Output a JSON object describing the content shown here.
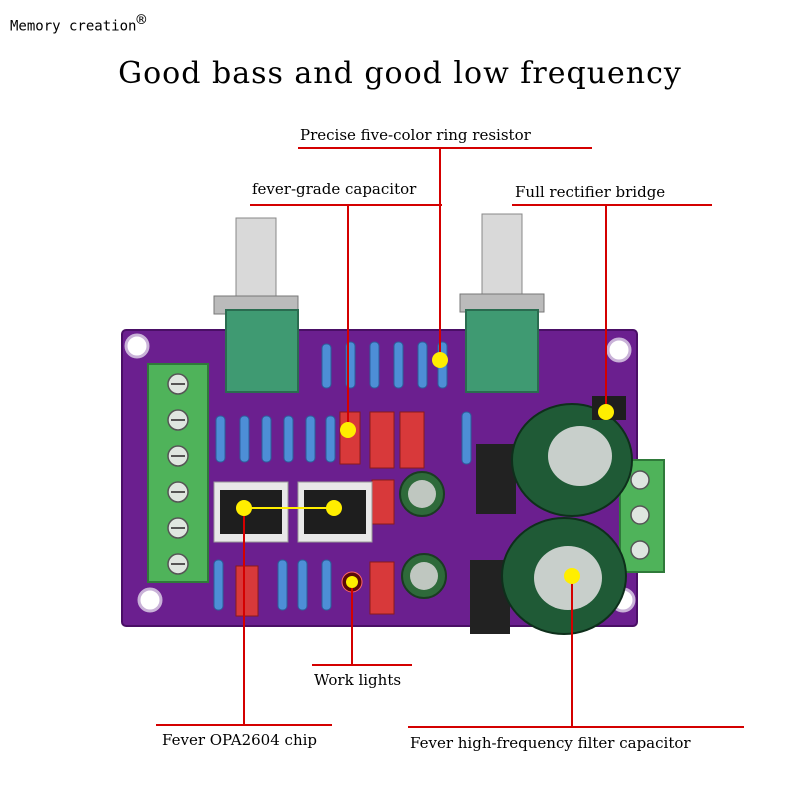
{
  "brand": {
    "name": "Memory creation",
    "mark": "®"
  },
  "headline": "Good bass and good low frequency",
  "callouts": {
    "resistor": "Precise five-color ring resistor",
    "capacitor": "fever-grade capacitor",
    "rectifier": "Full rectifier bridge",
    "work_lights": "Work lights",
    "chip": "Fever OPA2604 chip",
    "filter_capacitor": "Fever high-frequency filter capacitor"
  },
  "colors": {
    "pcb": "#6b1f8f",
    "callout_line": "#d40000",
    "marker": "#ffee00",
    "terminal": "#4fb35a",
    "potentiometer": "#3f9a72"
  }
}
